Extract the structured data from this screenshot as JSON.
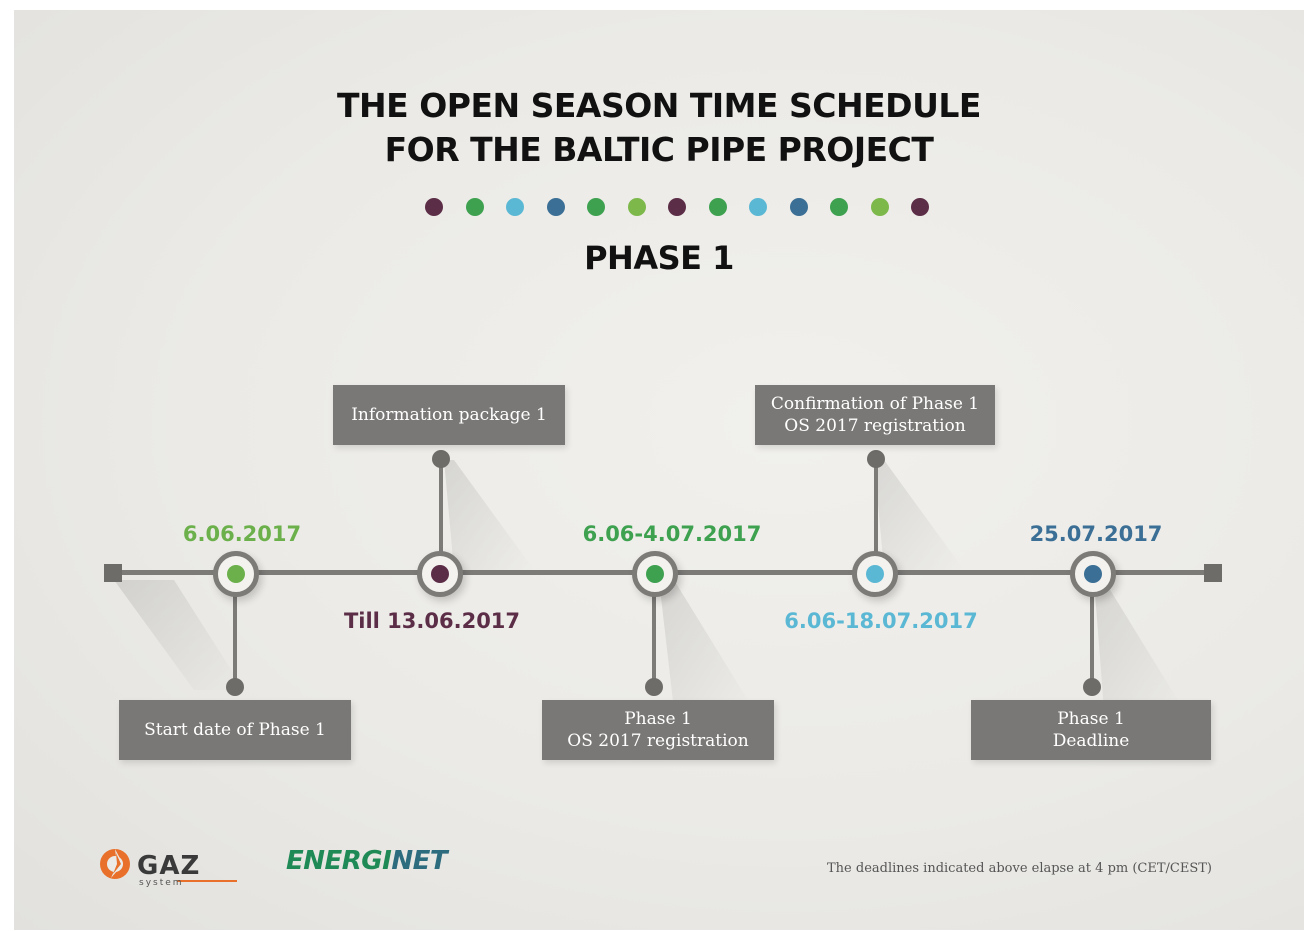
{
  "title_line1": "THE OPEN SEASON TIME SCHEDULE",
  "title_line2": "FOR THE BALTIC PIPE PROJECT",
  "phase_heading": "PHASE 1",
  "decorative_dots": [
    "#5c2d47",
    "#3ea150",
    "#5bb8d4",
    "#3b6f95",
    "#3ea150",
    "#7cb84a",
    "#5c2d47",
    "#3ea150",
    "#5bb8d4",
    "#3b6f95",
    "#3ea150",
    "#7cb84a",
    "#5c2d47"
  ],
  "milestones": [
    {
      "date": "6.06.2017",
      "date_color": "#6bb04a",
      "dot_color": "#6bb04a",
      "label_lines": [
        "Start date of Phase 1"
      ]
    },
    {
      "date": "Till 13.06.2017",
      "date_color": "#5c2d47",
      "dot_color": "#5c2d47",
      "label_lines": [
        "Information package 1"
      ]
    },
    {
      "date": "6.06-4.07.2017",
      "date_color": "#3ea150",
      "dot_color": "#3ea150",
      "label_lines": [
        "Phase 1",
        "OS 2017 registration"
      ]
    },
    {
      "date": "6.06-18.07.2017",
      "date_color": "#5bb8d4",
      "dot_color": "#5bb8d4",
      "label_lines": [
        "Confirmation of Phase 1",
        "OS 2017 registration"
      ]
    },
    {
      "date": "25.07.2017",
      "date_color": "#3b6f95",
      "dot_color": "#3b6f95",
      "label_lines": [
        "Phase 1",
        "Deadline"
      ]
    }
  ],
  "logos": {
    "gaz_system": {
      "mark_text": "GAZ",
      "sub_text": "system",
      "icon": "flame-logo-icon",
      "color": "#e8702a"
    },
    "energinet": {
      "text_green": "ENERGI",
      "text_blue": "NET",
      "green": "#1f8a55",
      "blue": "#2d6b7e"
    }
  },
  "footnote": "The deadlines indicated above elapse at 4 pm (CET/CEST)"
}
